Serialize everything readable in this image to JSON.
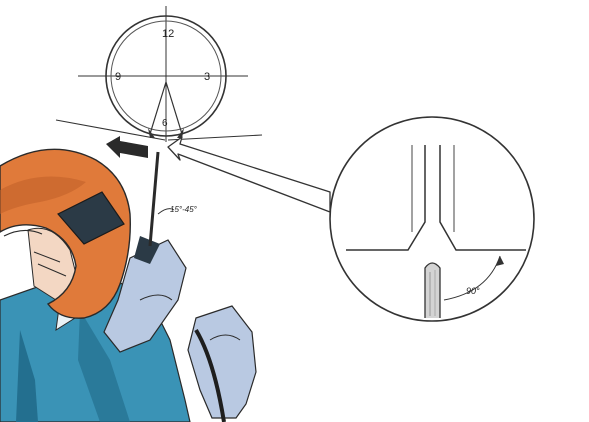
{
  "clock": {
    "top_label": "12",
    "left_label": "9",
    "right_label": "3",
    "bottom_label": "6"
  },
  "angles": {
    "electrode_angle": "15°-45°",
    "detail_angle": "90°"
  },
  "colors": {
    "outline": "#2a2a2a",
    "helmet_orange": "#e07a3a",
    "helmet_shadow": "#c1602a",
    "lens_dark": "#2b3a46",
    "jacket_teal": "#3a93b6",
    "jacket_dark": "#236f8f",
    "glove_blue": "#b9c9e2",
    "skin": "#f3d7c3"
  },
  "icons": {
    "direction_arrow": "arrow-left-icon",
    "callout_arrow": "callout-arrow-icon"
  }
}
